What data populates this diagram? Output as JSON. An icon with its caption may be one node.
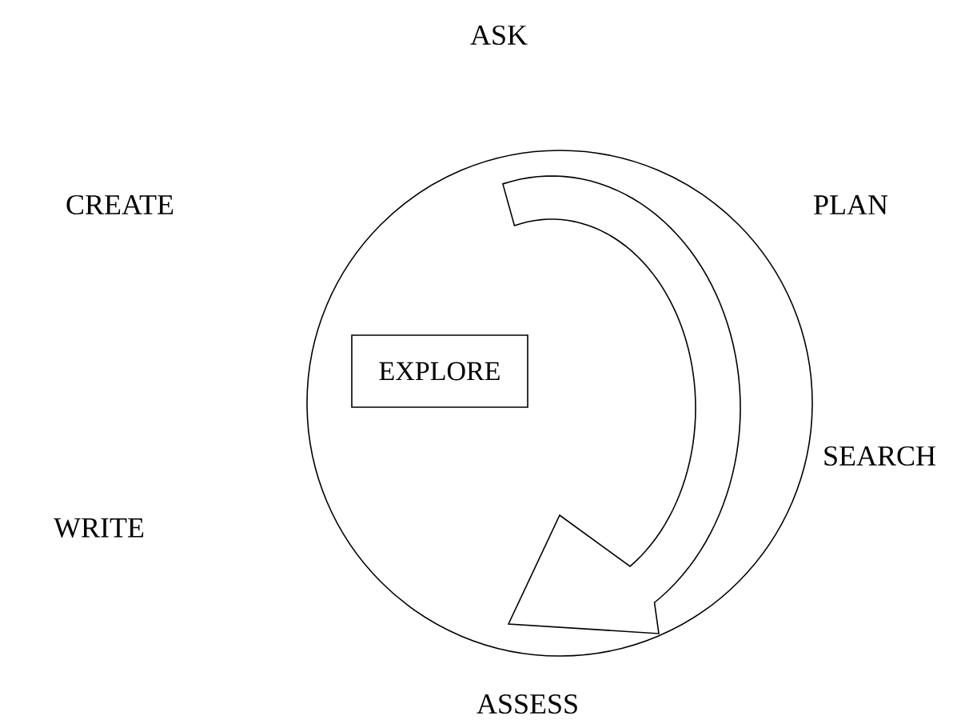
{
  "diagram": {
    "nodes": [
      {
        "text": [],
        "shape": "circle"
      },
      {
        "text": [
          "EXPLORE"
        ],
        "in": 0
      }
    ],
    "labels": [
      "ASK",
      "CREATE",
      "PLAN",
      "SEARCH",
      "WRITE",
      "ASSESS"
    ]
  }
}
